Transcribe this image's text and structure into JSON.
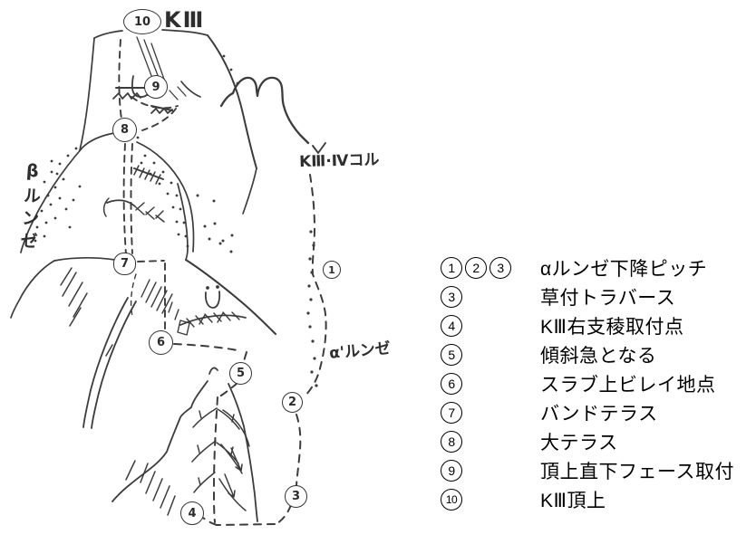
{
  "colors": {
    "ink": "#3c3c3c",
    "legend_text": "#000000",
    "background": "#ffffff"
  },
  "drawing": {
    "summit_label": "KⅢ",
    "col_label": "KⅢ·Ⅳコル",
    "beta_gully_label": "βルンゼ",
    "alpha_prime_gully_label": "α'ルンゼ",
    "markers": {
      "m1": "1",
      "m2": "2",
      "m3": "3",
      "m4": "4",
      "m5": "5",
      "m6": "6",
      "m7": "7",
      "m8": "8",
      "m9": "9",
      "m10": "10"
    }
  },
  "legend": {
    "rows": [
      {
        "nums": [
          "1",
          "2",
          "3"
        ],
        "label": "αルンゼ下降ピッチ"
      },
      {
        "nums": [
          "3"
        ],
        "label": "草付トラバース"
      },
      {
        "nums": [
          "4"
        ],
        "label": "KⅢ右支稜取付点"
      },
      {
        "nums": [
          "5"
        ],
        "label": "傾斜急となる"
      },
      {
        "nums": [
          "6"
        ],
        "label": "スラブ上ビレイ地点"
      },
      {
        "nums": [
          "7"
        ],
        "label": "バンドテラス"
      },
      {
        "nums": [
          "8"
        ],
        "label": "大テラス"
      },
      {
        "nums": [
          "9"
        ],
        "label": "頂上直下フェース取付"
      },
      {
        "nums": [
          "10"
        ],
        "label": "KⅢ頂上"
      }
    ]
  }
}
